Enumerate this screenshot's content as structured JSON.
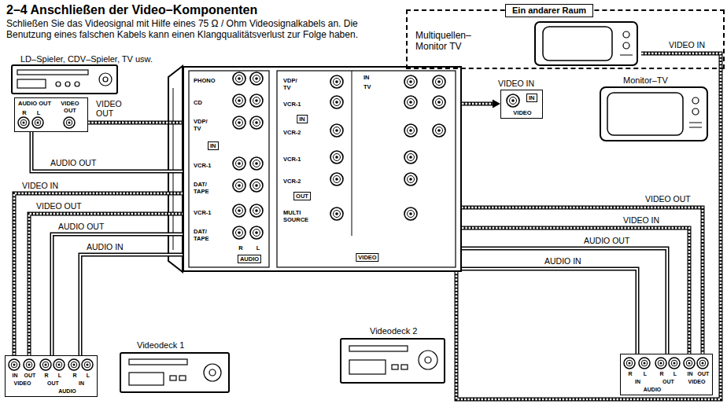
{
  "diagram": {
    "title": "2–4 Anschließen der Video–Komponenten",
    "nodes": [
      {
        "text": [
          "Ein andarer Raum"
        ]
      },
      {
        "text": [
          "Multiquellen– Monitor TV"
        ],
        "in": 0
      },
      {
        "text": [
          "LD–Spieler, CDV–Spieler, TV usw."
        ]
      },
      {
        "text": [
          "AUDIO OUT",
          "R",
          "L",
          "VIDEO OUT"
        ]
      },
      {
        "text": [
          "PHONO",
          "CD",
          "VDP/ TV",
          "IN",
          "VCR-1",
          "DAT/ TAPE",
          "VCR-1",
          "DAT/ TAPE",
          "R",
          "L",
          "AUDIO",
          "VDP/ TV",
          "VCR-1",
          "IN",
          "VCR-2",
          "VCR-1",
          "VCR-2",
          "OUT",
          "MULTI SOURCE",
          "IN",
          "TV",
          "VIDEO"
        ]
      },
      {
        "text": [
          "VIDEO IN",
          "IN",
          "VIDEO"
        ]
      },
      {
        "text": [
          "Monitor–TV"
        ]
      },
      {
        "text": [
          "IN",
          "OUT",
          "R",
          "L",
          "R",
          "L",
          "VIDEO",
          "OUT",
          "IN",
          "AUDIO"
        ]
      },
      {
        "text": [
          "Videodeck 1"
        ]
      },
      {
        "text": [
          "Videodeck 2"
        ]
      },
      {
        "text": [
          "R",
          "L",
          "R",
          "L",
          "IN",
          "OUT",
          "IN",
          "OUT",
          "VIDEO",
          "AUDIO"
        ]
      }
    ],
    "edges": [
      {
        "from": 3,
        "to": 4,
        "arrow": "none",
        "label": "VIDEO OUT"
      },
      {
        "from": 3,
        "to": 4,
        "arrow": "none",
        "label": "AUDIO OUT"
      },
      {
        "from": 4,
        "to": 7,
        "arrow": "none",
        "label": "VIDEO IN"
      },
      {
        "from": 7,
        "to": 4,
        "arrow": "none",
        "label": "VIDEO OUT"
      },
      {
        "from": 7,
        "to": 4,
        "arrow": "none",
        "label": "AUDIO OUT"
      },
      {
        "from": 4,
        "to": 7,
        "arrow": "none",
        "label": "AUDIO IN"
      },
      {
        "from": 4,
        "to": 5,
        "arrow": "to"
      },
      {
        "from": 10,
        "to": 4,
        "arrow": "none",
        "label": "VIDEO OUT"
      },
      {
        "from": 4,
        "to": 10,
        "arrow": "none",
        "label": "VIDEO IN"
      },
      {
        "from": 10,
        "to": 4,
        "arrow": "none",
        "label": "AUDIO OUT"
      },
      {
        "from": 4,
        "to": 10,
        "arrow": "none",
        "label": "AUDIO IN"
      },
      {
        "from": 4,
        "to": 1,
        "arrow": "none",
        "label": "VIDEO IN"
      }
    ],
    "labels": [
      "Schließen Sie das Videosignal mit Hilfe eines 75 Ω / Ohm Videosignalkabels an. Die Benutzung eines falschen Kabels kann einen Klangqualitätsverlust zur Folge haben."
    ]
  }
}
